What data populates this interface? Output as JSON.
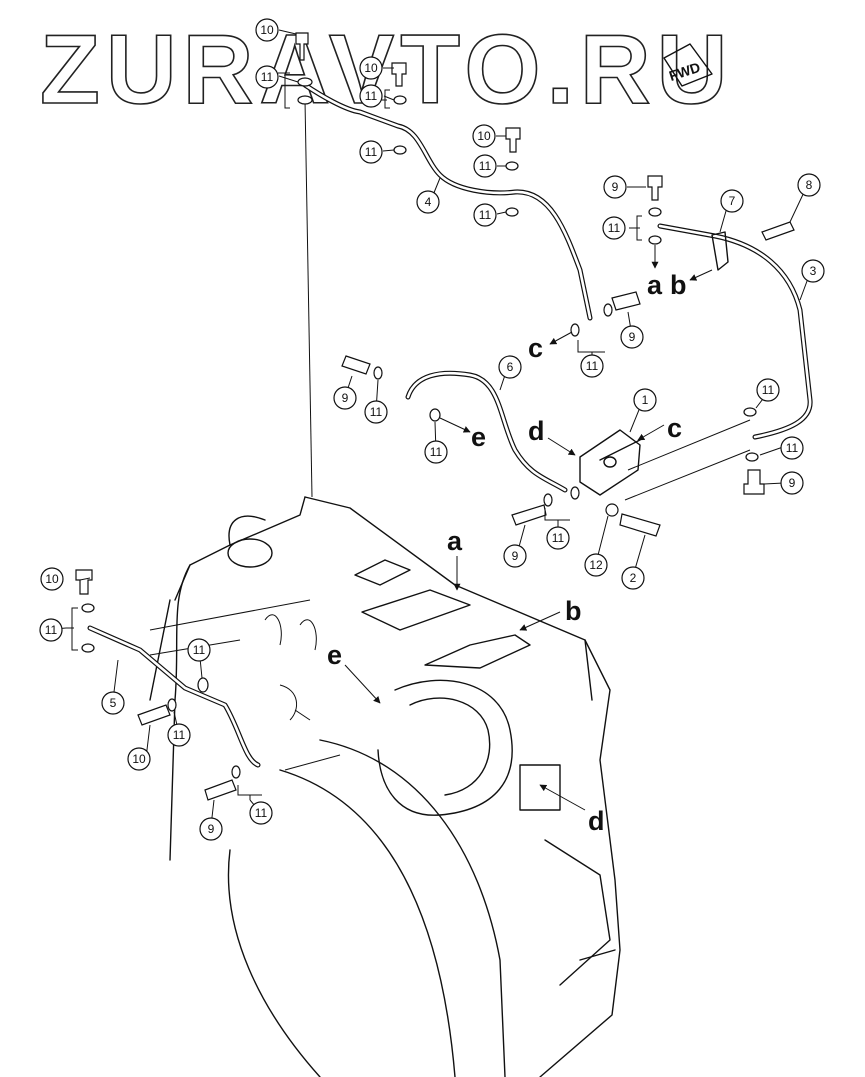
{
  "watermark": "ZURAVTO.RU",
  "fwd_label": "FWD",
  "callouts": {
    "c1": "1",
    "c2": "2",
    "c3": "3",
    "c4": "4",
    "c5": "5",
    "c6": "6",
    "c7": "7",
    "c8": "8",
    "c9": "9",
    "c10": "10",
    "c11": "11",
    "c12": "12"
  },
  "letters": {
    "a": "a",
    "b": "b",
    "c": "c",
    "d": "d",
    "e": "e"
  }
}
